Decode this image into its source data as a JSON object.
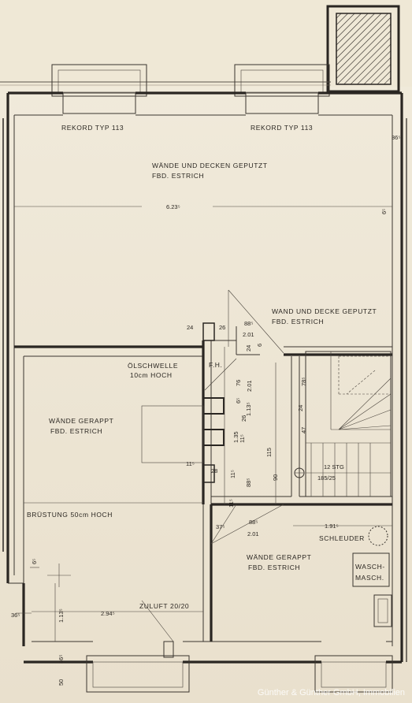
{
  "labels": {
    "rekord_left": "REKORD  TYP  113",
    "rekord_right": "REKORD  TYP  113",
    "upper_room_line1": "WÄNDE  UND  DECKEN  GEPUTZT",
    "upper_room_line2": "FBD.  ESTRICH",
    "stair_area_line1": "WAND UND DECKE GEPUTZT",
    "stair_area_line2": "FBD. ESTRICH",
    "oelschwelle_line1": "ÖLSCHWELLE",
    "oelschwelle_line2": "10cm HOCH",
    "fh": "F.H.",
    "left_room_line1": "WÄNDE  GERAPPT",
    "left_room_line2": "FBD.  ESTRICH",
    "stairs_line1": "12  STG",
    "stairs_line2": "185/25",
    "brustung": "BRÜSTUNG  50cm  HOCH",
    "schleuder": "SCHLEUDER",
    "lower_right_line1": "WÄNDE  GERAPPT",
    "lower_right_line2": "FBD.  ESTRICH",
    "wasch_line1": "WASCH-",
    "wasch_line2": "MASCH.",
    "zuluft": "ZULUFT  20/20"
  },
  "dimensions": {
    "d_365_top": "36⁵",
    "d_65_right": "6⁵",
    "d_623": "6.23⁵",
    "d_24_a": "24",
    "d_26": "26",
    "d_885_a": "88⁵",
    "d_201_a": "2.01",
    "d_24_b": "24",
    "d_6": "6",
    "d_76": "76",
    "d_201_v": "2.01",
    "d_785": "78⁵",
    "d_65_v": "6⁵",
    "d_26_v": "26",
    "d_24_v": "24",
    "d_135": "1.35",
    "d_115_v": "11⁵",
    "d_1135": "1.13⁵",
    "d_115_a": "11⁵",
    "d_115_b": "11⁵",
    "d_115_c": "11⁵",
    "d_115_d": "11⁵",
    "d_47": "47",
    "d_115_e": "115",
    "d_28": "28",
    "d_885_b": "88⁵",
    "d_90": "90",
    "d_375": "37⁵",
    "d_885_c": "88⁵",
    "d_201_b": "2.01",
    "d_1915": "1.91⁵",
    "d_65_left": "6⁵",
    "d_365_left": "36⁵",
    "d_1135_b": "1.13⁵",
    "d_2945": "2.94⁵",
    "d_365_bottom": "36⁵",
    "d_50": "50"
  },
  "watermark": "Günther & Günther GmbH, Immobilien"
}
